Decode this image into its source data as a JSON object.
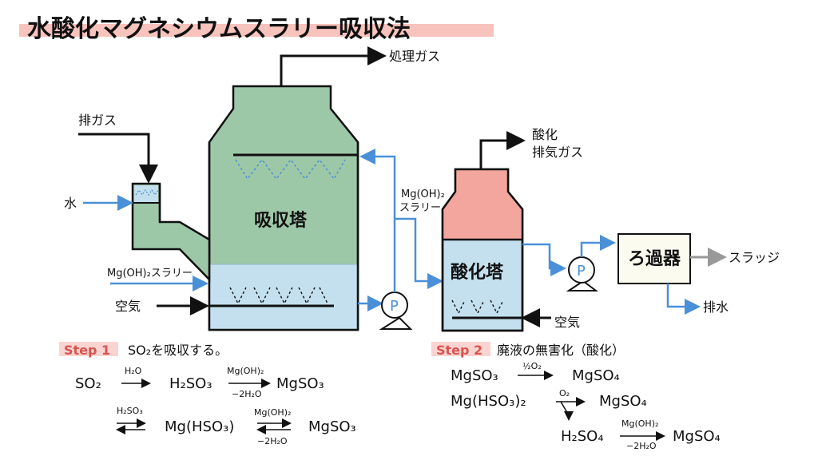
{
  "title": "水酸化マグネシウムスラリー吸収法",
  "labels": {
    "treated_gas": "処理ガス",
    "exhaust_gas": "排ガス",
    "water": "水",
    "mgoh_slurry_in": "Mg(OH)₂スラリー",
    "air_1": "空気",
    "absorber": "吸収塔",
    "mgoh_slurry_line_1": "Mg(OH)₂",
    "mgoh_slurry_line_2": "スラリー",
    "pump": "P",
    "oxid_gas_1": "酸化",
    "oxid_gas_2": "排気ガス",
    "oxidizer": "酸化塔",
    "air_2": "空気",
    "filter": "ろ過器",
    "sludge": "スラッジ",
    "drain": "排水"
  },
  "step1": {
    "tag": "Step 1",
    "desc": "SO₂を吸収する。",
    "eq1": {
      "a": "SO₂",
      "arrow_top": "H₂O",
      "b": "H₂SO₃",
      "arrow2_top": "Mg(OH)₂",
      "arrow2_bottom": "−2H₂O",
      "c": "MgSO₃"
    },
    "eq2": {
      "arrow_top": "H₂SO₃",
      "b": "Mg(HSO₃)",
      "arrow2_top": "Mg(OH)₂",
      "arrow2_bottom": "−2H₂O",
      "c": "MgSO₃"
    }
  },
  "step2": {
    "tag": "Step 2",
    "desc": "廃液の無害化（酸化）",
    "eq1": {
      "a": "MgSO₃",
      "arrow_top": "½O₂",
      "b": "MgSO₄"
    },
    "eq2": {
      "a": "Mg(HSO₃)₂",
      "arrow_top": "O₂",
      "b": "MgSO₄"
    },
    "eq3": {
      "a": "H₂SO₄",
      "arrow_top": "Mg(OH)₂",
      "arrow_bottom": "−2H₂O",
      "b": "MgSO₄"
    }
  },
  "colors": {
    "tower_green": "#9dc8a8",
    "liquid_blue": "#c4e0ee",
    "oxid_red": "#f2a69e",
    "line_blue": "#4a90d9",
    "filter_fill": "#fbfbf0",
    "title_highlight": "#f6b8b0"
  }
}
